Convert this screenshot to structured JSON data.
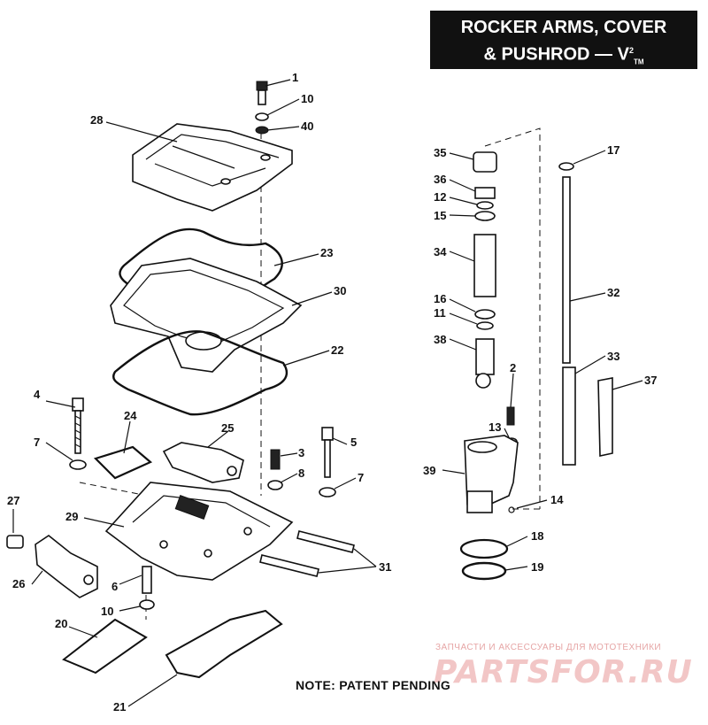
{
  "title": {
    "line1": "ROCKER ARMS, COVER",
    "line2": "& PUSHROD — V",
    "sup": "2",
    "tm": "TM"
  },
  "callouts": {
    "c1": "1",
    "c10a": "10",
    "c40": "40",
    "c28": "28",
    "c23": "23",
    "c30": "30",
    "c22": "22",
    "c4": "4",
    "c24": "24",
    "c25": "25",
    "c7a": "7",
    "c3": "3",
    "c5": "5",
    "c8": "8",
    "c7b": "7",
    "c27": "27",
    "c29": "29",
    "c26": "26",
    "c6": "6",
    "c10b": "10",
    "c31": "31",
    "c20": "20",
    "c21": "21",
    "c35": "35",
    "c36": "36",
    "c12": "12",
    "c15": "15",
    "c34": "34",
    "c16": "16",
    "c11": "11",
    "c38": "38",
    "c2": "2",
    "c13": "13",
    "c39": "39",
    "c14": "14",
    "c18": "18",
    "c19": "19",
    "c17": "17",
    "c32": "32",
    "c33": "33",
    "c37": "37"
  },
  "note": "NOTE: PATENT PENDING",
  "watermark": {
    "tagline": "ЗАПЧАСТИ И АКСЕССУАРЫ ДЛЯ МОТОТЕХНИКИ",
    "brand": "PARTSFOR.RU"
  }
}
